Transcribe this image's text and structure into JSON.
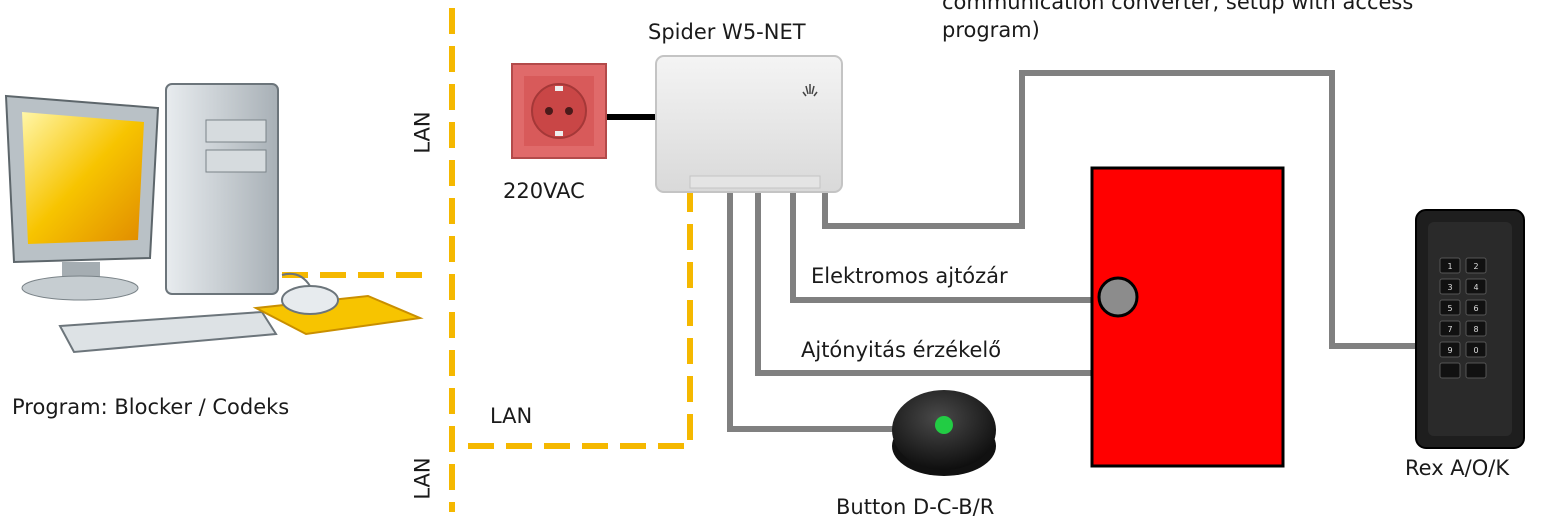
{
  "labels": {
    "top_note_line1": "communication converter, setup with access",
    "top_note_line2": "program)",
    "controller": "Spider W5-NET",
    "power": "220VAC",
    "lan_upper": "LAN",
    "lan_lower": "LAN",
    "lan_horizontal": "LAN",
    "program": "Program: Blocker / Codeks",
    "lock": "Elektromos ajtózár",
    "sensor": "Ajtónyitás érzékelő",
    "button": "Button D-C-B/R",
    "reader": "Rex A/O/K"
  },
  "keypad_keys": [
    "1",
    "2",
    "3",
    "4",
    "5",
    "6",
    "7",
    "8",
    "9",
    "0",
    "",
    ""
  ],
  "colors": {
    "lan_cable": "#f5b800",
    "wire": "#808080",
    "power_cable": "#000000",
    "door": "#ff0000",
    "socket": "#e06a6a",
    "button_led": "#22cc44",
    "monitor_screen": "#f7c400"
  }
}
